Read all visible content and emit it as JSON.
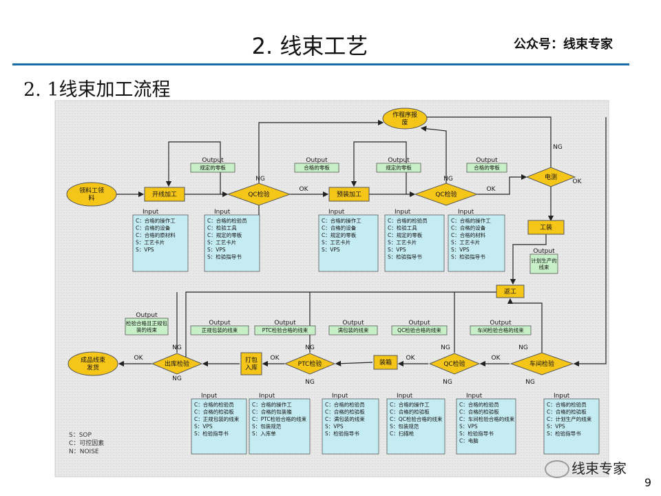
{
  "header": {
    "title": "2. 线束工艺",
    "brand": "公众号：线束专家",
    "subtitle": "2. 1线束加工流程"
  },
  "page_number": "9",
  "watermark": "线束专家",
  "legend": [
    "S：SOP",
    "C：可控因素",
    "N：NOISE"
  ],
  "labels": {
    "output": "Output",
    "input": "Input",
    "ok": "OK",
    "ng": "NG"
  },
  "nodes": {
    "start": "领料工领料",
    "cut": "开线加工",
    "qc1": "QC检验",
    "pre": "预装加工",
    "qc2": "QC检验",
    "test": "电测",
    "assemble": "工装",
    "rework": "返工",
    "improve": "作程序报废",
    "car_check": "车间检验",
    "qc3": "QC检验",
    "box": "装箱",
    "ptc": "PTC检验",
    "pack": "打包入库",
    "out_check": "出库检验",
    "finish": "成品线束发货"
  },
  "outputs": {
    "o1": "规定的零板",
    "o2": "合格的零板",
    "o3": "规定的零板",
    "o4": "合格的零板",
    "o5": "计划生产的线束",
    "o6": "车间检验合格的线束",
    "o7": "QC检验合格的线束",
    "o8": "满包装的线束",
    "o9": "PTC检验合格的线束",
    "o10": "正规包装的线束",
    "o11": "检验合格且正规包装的线束"
  },
  "inputs": {
    "i1": [
      "C：合格的操作工",
      "C：合格的设备",
      "C：合格的原材料",
      "S：工艺卡片",
      "S：VPS"
    ],
    "i2": [
      "C：合格的检验员",
      "C：检验工具",
      "C：规定的零板",
      "S：工艺卡片",
      "S：VPS",
      "S：检验指导书"
    ],
    "i3": [
      "C：合格的操作工",
      "C：合格的设备",
      "C：规定的零板",
      "S：工艺卡片",
      "S：VPS"
    ],
    "i4": [
      "C：合格的检验员",
      "C：检验工具",
      "C：规定的零板",
      "S：工艺卡片",
      "S：VPS",
      "S：检验指导书"
    ],
    "i5": [
      "C：合格的操作工",
      "C：合格的设备",
      "C：合格的材料",
      "S：工艺卡片",
      "S：VPS",
      "S：检验指导书"
    ],
    "i6": [
      "C：合格的检验员",
      "C：合格的检验板",
      "C：计划生产的线束",
      "S：VPS",
      "S：检验指导书"
    ],
    "i7": [
      "C：合格的检验员",
      "C：合格的检验板",
      "C：车间检验合格的线束",
      "S：VPS",
      "S：检验指导书",
      "C：电脑"
    ],
    "i8": [
      "C：合格的操作工",
      "C：合格的检验板",
      "C：QC检验合格的线束",
      "S：包装规范",
      "C：扫描枪"
    ],
    "i9": [
      "C：合格的检验员",
      "C：合格的检验板",
      "C：满包装的线束",
      "S：VPS",
      "S：检验指导书"
    ],
    "i10": [
      "C：合格的操作工",
      "C：合格的包装箱",
      "C：PTC检验合格的线束",
      "S：包装规范",
      "S：入库单"
    ],
    "i11": [
      "C：合格的检验员",
      "C：合格的检验板",
      "C：正规包装的线束",
      "S：VPS",
      "S：检验指导书"
    ]
  }
}
